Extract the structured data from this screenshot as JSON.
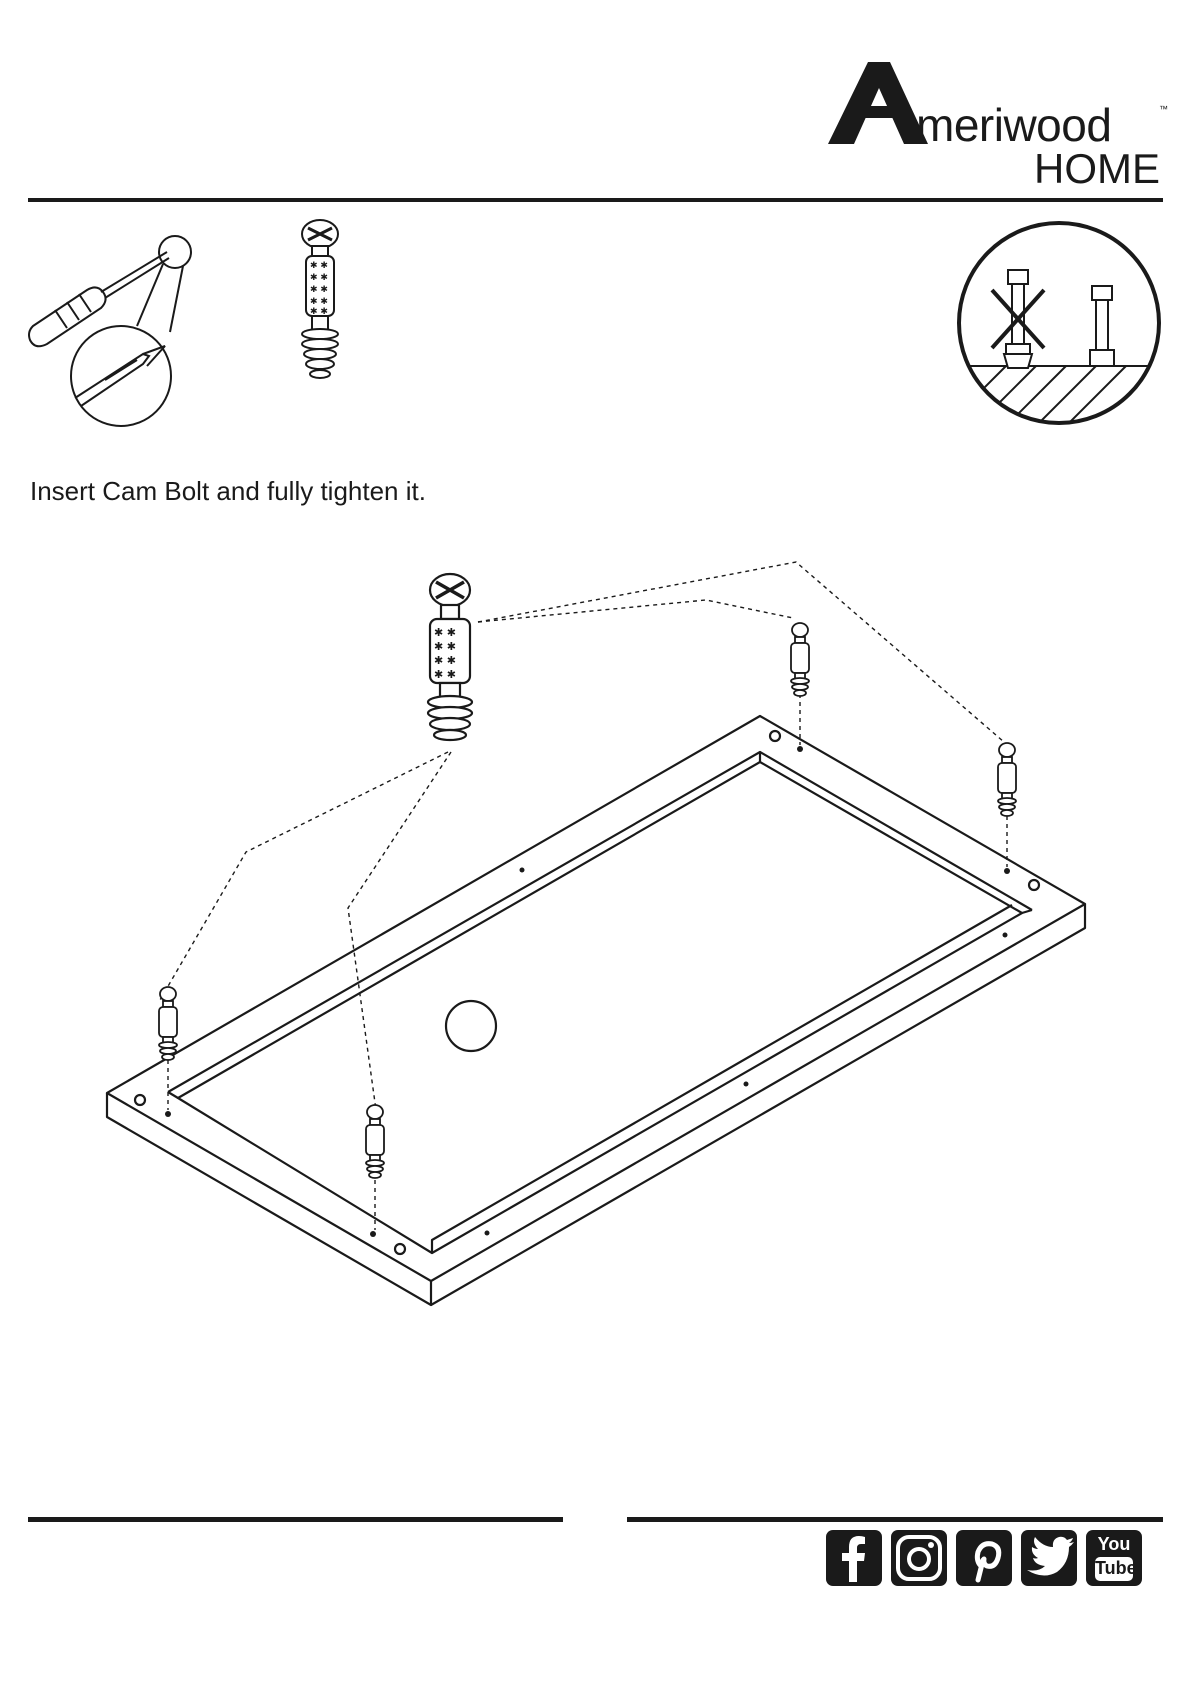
{
  "brand": {
    "wordmark": "meriwood",
    "sub": "HOME",
    "trademark": "™"
  },
  "step": {
    "instruction": "Insert Cam Bolt and fully tighten it."
  },
  "tools": {
    "screwdriver": "phillips-screwdriver-icon",
    "part": "cam-bolt-icon",
    "warning": "do-not-overtighten-icon"
  },
  "social": {
    "items": [
      "facebook-icon",
      "instagram-icon",
      "pinterest-icon",
      "twitter-icon",
      "youtube-icon"
    ],
    "youtube_top": "You",
    "youtube_bottom": "Tube"
  }
}
